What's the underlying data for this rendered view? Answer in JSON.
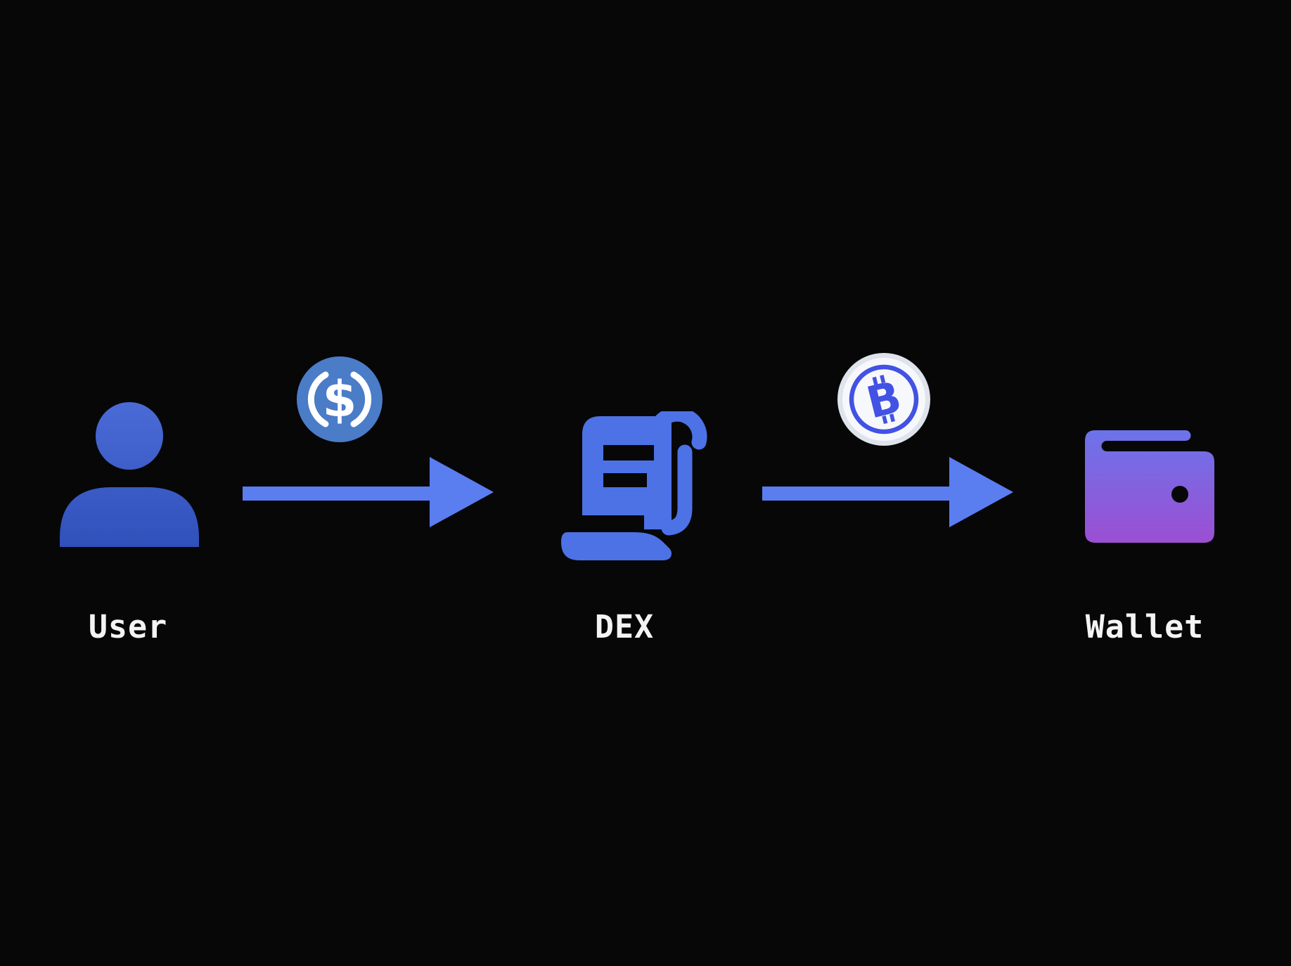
{
  "colors": {
    "bg": "#070708",
    "text": "#f4f4f4",
    "arrow": "#5a7df0",
    "user-top": "#4a6bd6",
    "user-bottom": "#3050ba",
    "usdc": "#4a7cc8",
    "coin-ink": "#ffffff",
    "dex": "#4c72e6",
    "btc": "#4252e4",
    "btc-face": "#f7f8fb",
    "btc-rim": "#dfe3ec",
    "wallet-top": "#6b74ea",
    "wallet-bottom": "#9d4ed2"
  },
  "diagram": {
    "nodes": [
      {
        "id": "user",
        "label": "User",
        "icon": "user-person-icon"
      },
      {
        "id": "dex",
        "label": "DEX",
        "icon": "scroll-contract-icon"
      },
      {
        "id": "wallet",
        "label": "Wallet",
        "icon": "wallet-icon"
      }
    ],
    "flows": [
      {
        "from": "User",
        "to": "DEX",
        "token_icon": "usdc-coin-icon",
        "symbol": "$"
      },
      {
        "from": "DEX",
        "to": "Wallet",
        "token_icon": "bitcoin-coin-icon",
        "symbol": "B"
      }
    ]
  }
}
